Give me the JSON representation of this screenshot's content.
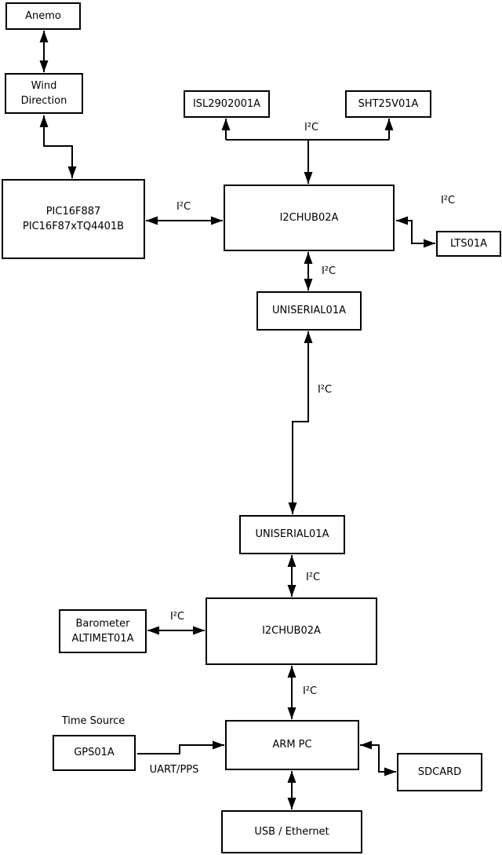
{
  "colors": {
    "background": "#ffffff",
    "line": "#000000",
    "box_fill": "#ffffff",
    "text": "#000000"
  },
  "nodes": {
    "anemo": {
      "label": "Anemo"
    },
    "wind_direction": {
      "lines": [
        "Wind",
        "Direction"
      ]
    },
    "pic": {
      "lines": [
        "PIC16F887",
        "PIC16F87xTQ4401B"
      ]
    },
    "isl": {
      "label": "ISL2902001A"
    },
    "sht": {
      "label": "SHT25V01A"
    },
    "i2c_hub_top": {
      "label": "I2CHUB02A"
    },
    "lts": {
      "label": "LTS01A"
    },
    "uniserial_top": {
      "label": "UNISERIAL01A"
    },
    "uniserial_bottom": {
      "label": "UNISERIAL01A"
    },
    "i2c_hub_bottom": {
      "label": "I2CHUB02A"
    },
    "barometer": {
      "lines": [
        "Barometer",
        "ALTIMET01A"
      ]
    },
    "gps": {
      "label": "GPS01A"
    },
    "arm_pc": {
      "label": "ARM PC"
    },
    "sdcard": {
      "label": "SDCARD"
    },
    "usb_ethernet": {
      "label": "USB / Ethernet"
    }
  },
  "captions": {
    "time_source": "Time Source"
  },
  "edge_labels": {
    "pic_hub": "I²C",
    "hub_sensors": "I²C",
    "hub_lts": "I²C",
    "hub_uniserial": "I²C",
    "uniserial_uniserial": "I²C",
    "uniserial_hub2": "I²C",
    "barometer_hub2": "I²C",
    "hub2_armpc": "I²C",
    "gps_armpc": "UART/PPS"
  },
  "connections": [
    {
      "from": "Anemo",
      "to": "Wind Direction",
      "type": "bidirectional",
      "label": ""
    },
    {
      "from": "Wind Direction",
      "to": "PIC16F887 PIC16F87xTQ4401B",
      "type": "bidirectional",
      "label": ""
    },
    {
      "from": "PIC16F887 PIC16F87xTQ4401B",
      "to": "I2CHUB02A (top)",
      "type": "bidirectional",
      "label": "I²C"
    },
    {
      "from": "I2CHUB02A (top)",
      "to": "ISL2902001A",
      "type": "arrow",
      "label": "I²C"
    },
    {
      "from": "I2CHUB02A (top)",
      "to": "SHT25V01A",
      "type": "arrow",
      "label": "I²C"
    },
    {
      "from": "I2CHUB02A (top)",
      "to": "LTS01A",
      "type": "bidirectional",
      "label": "I²C"
    },
    {
      "from": "I2CHUB02A (top)",
      "to": "UNISERIAL01A (top)",
      "type": "bidirectional",
      "label": "I²C"
    },
    {
      "from": "UNISERIAL01A (top)",
      "to": "UNISERIAL01A (bottom)",
      "type": "bidirectional",
      "label": "I²C"
    },
    {
      "from": "UNISERIAL01A (bottom)",
      "to": "I2CHUB02A (bottom)",
      "type": "bidirectional",
      "label": "I²C"
    },
    {
      "from": "Barometer ALTIMET01A",
      "to": "I2CHUB02A (bottom)",
      "type": "bidirectional",
      "label": "I²C"
    },
    {
      "from": "I2CHUB02A (bottom)",
      "to": "ARM PC",
      "type": "bidirectional",
      "label": "I²C"
    },
    {
      "from": "GPS01A",
      "to": "ARM PC",
      "type": "arrow",
      "label": "UART/PPS"
    },
    {
      "from": "ARM PC",
      "to": "SDCARD",
      "type": "bidirectional",
      "label": ""
    },
    {
      "from": "ARM PC",
      "to": "USB / Ethernet",
      "type": "bidirectional",
      "label": ""
    }
  ]
}
